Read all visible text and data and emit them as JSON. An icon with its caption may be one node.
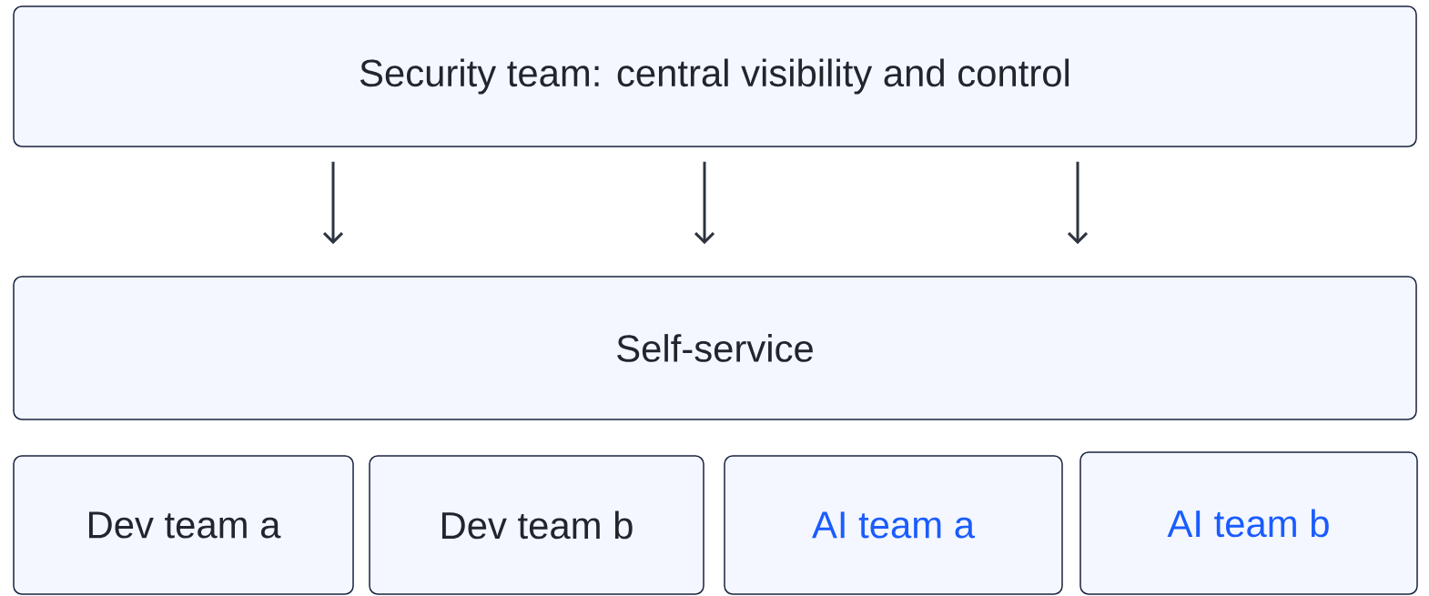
{
  "diagram": {
    "nodes": [
      {
        "text": [
          "Security team: central visibility and control"
        ]
      },
      {
        "text": [
          "Self-service"
        ]
      },
      {
        "text": [
          "Dev team a"
        ]
      },
      {
        "text": [
          "Dev team b"
        ]
      },
      {
        "text": [
          "AI team a"
        ]
      },
      {
        "text": [
          "AI team b"
        ]
      }
    ],
    "edges": [
      {
        "from": 0,
        "to": 1,
        "arrow": "to"
      },
      {
        "from": 0,
        "to": 1,
        "arrow": "to"
      },
      {
        "from": 0,
        "to": 1,
        "arrow": "to"
      }
    ]
  }
}
